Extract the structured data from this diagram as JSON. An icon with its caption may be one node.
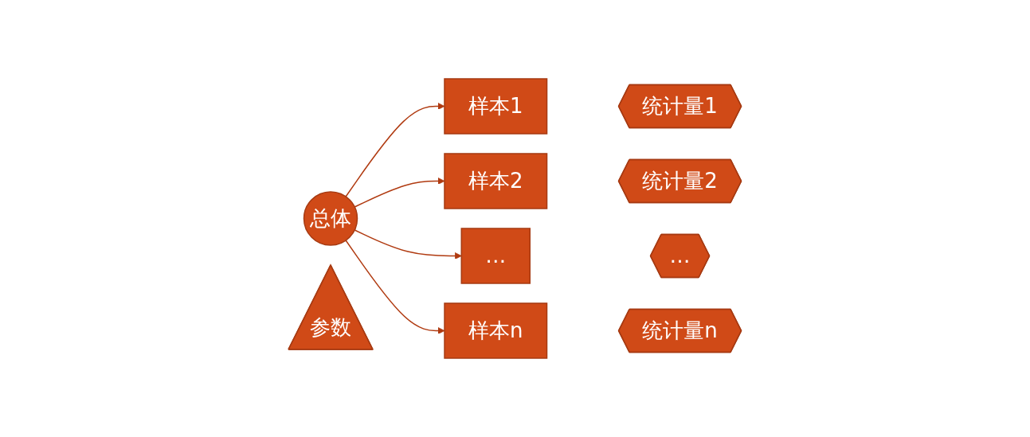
{
  "diagram": {
    "nodes": [
      {
        "text": [
          "总体"
        ]
      },
      {
        "text": [
          "参数"
        ]
      },
      {
        "text": [
          "样本1"
        ]
      },
      {
        "text": [
          "样本2"
        ]
      },
      {
        "text": [
          "…"
        ]
      },
      {
        "text": [
          "样本n"
        ]
      },
      {
        "text": [
          "统计量1"
        ]
      },
      {
        "text": [
          "统计量2"
        ]
      },
      {
        "text": [
          "…"
        ]
      },
      {
        "text": [
          "统计量n"
        ]
      }
    ],
    "edges": [
      {
        "from": 0,
        "to": 2,
        "arrow": "to"
      },
      {
        "from": 0,
        "to": 3,
        "arrow": "to"
      },
      {
        "from": 0,
        "to": 4,
        "arrow": "to"
      },
      {
        "from": 0,
        "to": 5,
        "arrow": "to"
      }
    ]
  }
}
